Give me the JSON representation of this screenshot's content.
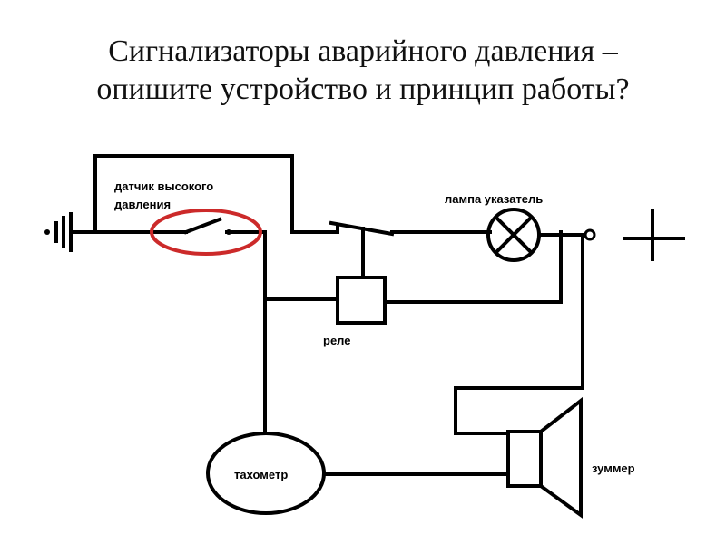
{
  "slide": {
    "title_line1": "Сигнализаторы аварийного давления –",
    "title_line2": "опишите устройство и принцип работы?"
  },
  "diagram": {
    "sensor_label_line1": "датчик высокого",
    "sensor_label_line2": "давления",
    "lamp_label": "лампа указатель",
    "relay_label": "реле",
    "tachometer_label": "тахометр",
    "buzzer_label": "зуммер",
    "highlight_color": "#cc2a2a",
    "wire_color": "#000000",
    "symbols": [
      "ground-icon",
      "plus-icon",
      "lamp-icon",
      "switch-icon",
      "relay-coil-icon",
      "buzzer-icon"
    ]
  }
}
